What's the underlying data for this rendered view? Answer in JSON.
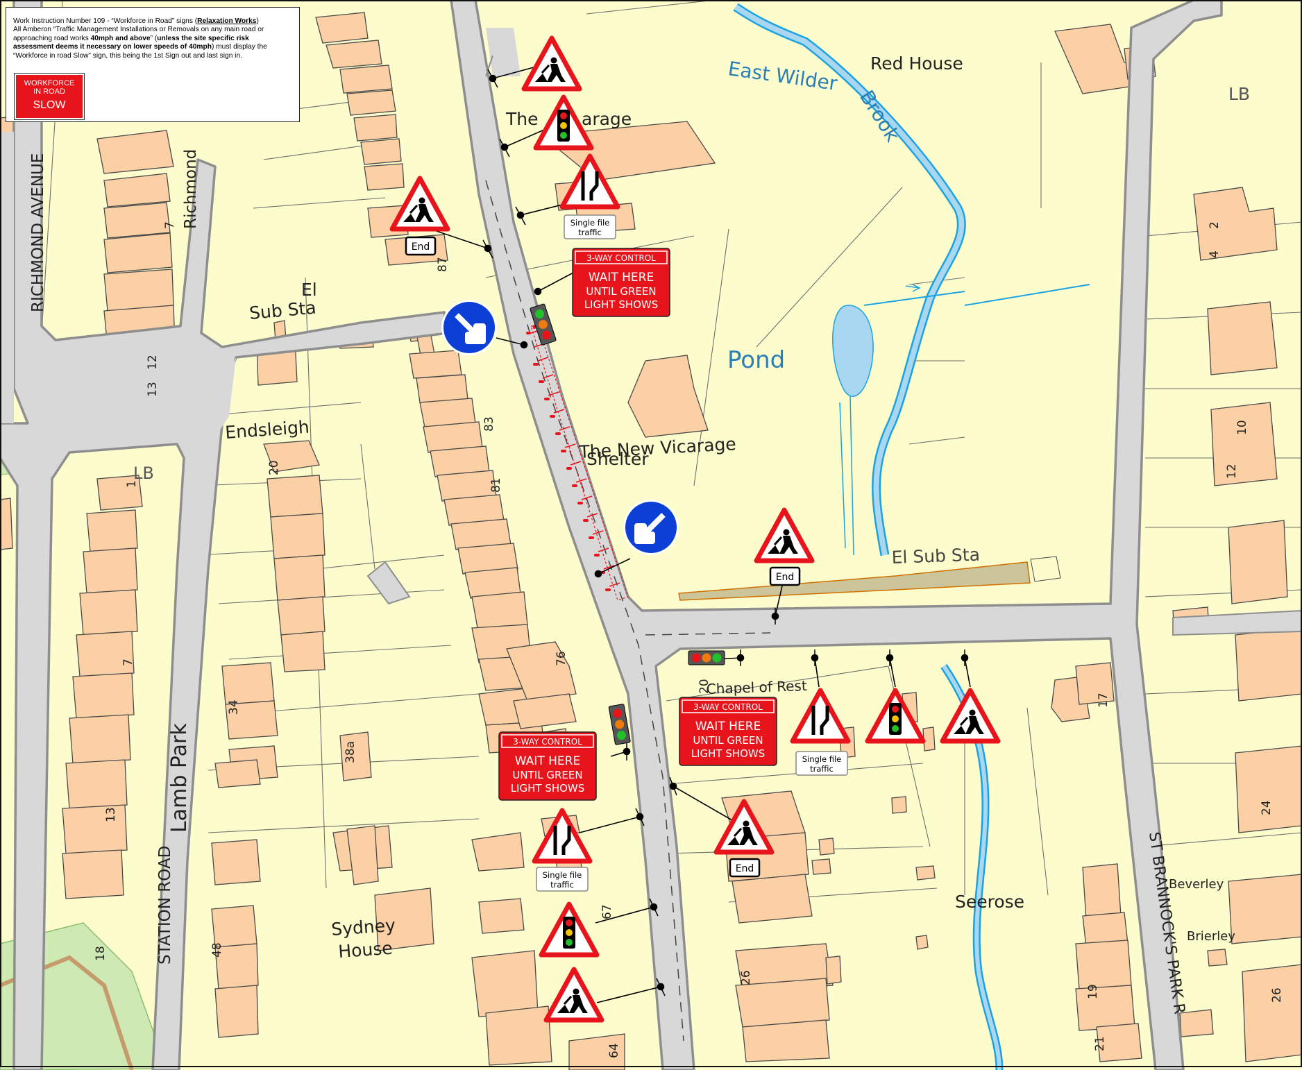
{
  "notice": {
    "line1_prefix": "Work Instruction Number 109 - “Workforce in Road” signs (",
    "line1_bold": "Relaxation Works",
    "line1_suffix": ")",
    "line2": "All Amberon “Traffic Management Installations or Removals on any main road or",
    "line3_prefix": "approaching road works ",
    "line3_bold": "40mph and above",
    "line3_mid": "” (",
    "line3_bold2": "unless the site specific risk",
    "line4_bold": "assessment deems it necessary on lower speeds of 40mph",
    "line4_suffix": ") must display the",
    "line5": "“Workforce in road Slow” sign, this being the 1st Sign out and last sign in.",
    "sign_line1": "WORKFORCE",
    "sign_line2": "IN ROAD",
    "sign_line3": "SLOW"
  },
  "labels": {
    "east_wilder": "East Wilder",
    "brook": "Brook",
    "red_house": "Red House",
    "vicarage_the": "The",
    "vicarage_word": "arage",
    "lb_top": "LB",
    "lb_left": "LB",
    "richmond_avenue": "RICHMOND AVENUE",
    "richmond": "Richmond",
    "el_sub_sta_1_a": "El",
    "el_sub_sta_1_b": "Sub Sta",
    "el_sub_sta_2": "El Sub Sta",
    "pond": "Pond",
    "endsleigh": "Endsleigh",
    "new_vicarage": "The New Vicarage",
    "shelter": "Shelter",
    "chapel_of_rest": "Chapel of Rest",
    "station_road": "STATION ROAD",
    "lamb_park": "Lamb Park",
    "sydney": "Sydney",
    "house": "House",
    "seerose": "Seerose",
    "st_brannocks": "ST BRANNOCK'S PARK R",
    "beverley": "Beverley",
    "brierley": "Brierley"
  },
  "house_numbers": [
    "2",
    "4",
    "7",
    "87",
    "12",
    "13",
    "83",
    "81",
    "20",
    "10",
    "12",
    "1",
    "7",
    "76",
    "34",
    "38a",
    "17",
    "20",
    "24",
    "13",
    "67",
    "48",
    "18",
    "26",
    "19",
    "21",
    "26",
    "64"
  ],
  "signs": {
    "end": "End",
    "single_file_1": "Single file",
    "single_file_2": "traffic",
    "control_header": "3-WAY CONTROL",
    "control_wait": "WAIT HERE",
    "control_until": "UNTIL GREEN",
    "control_light": "LIGHT SHOWS"
  },
  "colors": {
    "land": "#fdfccd",
    "building": "#fbd0a4",
    "road": "#d8d8d8",
    "road_edge": "#8e8e8e",
    "water": "#a9d7f2",
    "water_stroke": "#1aa3e0",
    "sign_red": "#e8141c",
    "keep_left_blue": "#0b3fd6",
    "sub_station": "#cdc59a"
  }
}
